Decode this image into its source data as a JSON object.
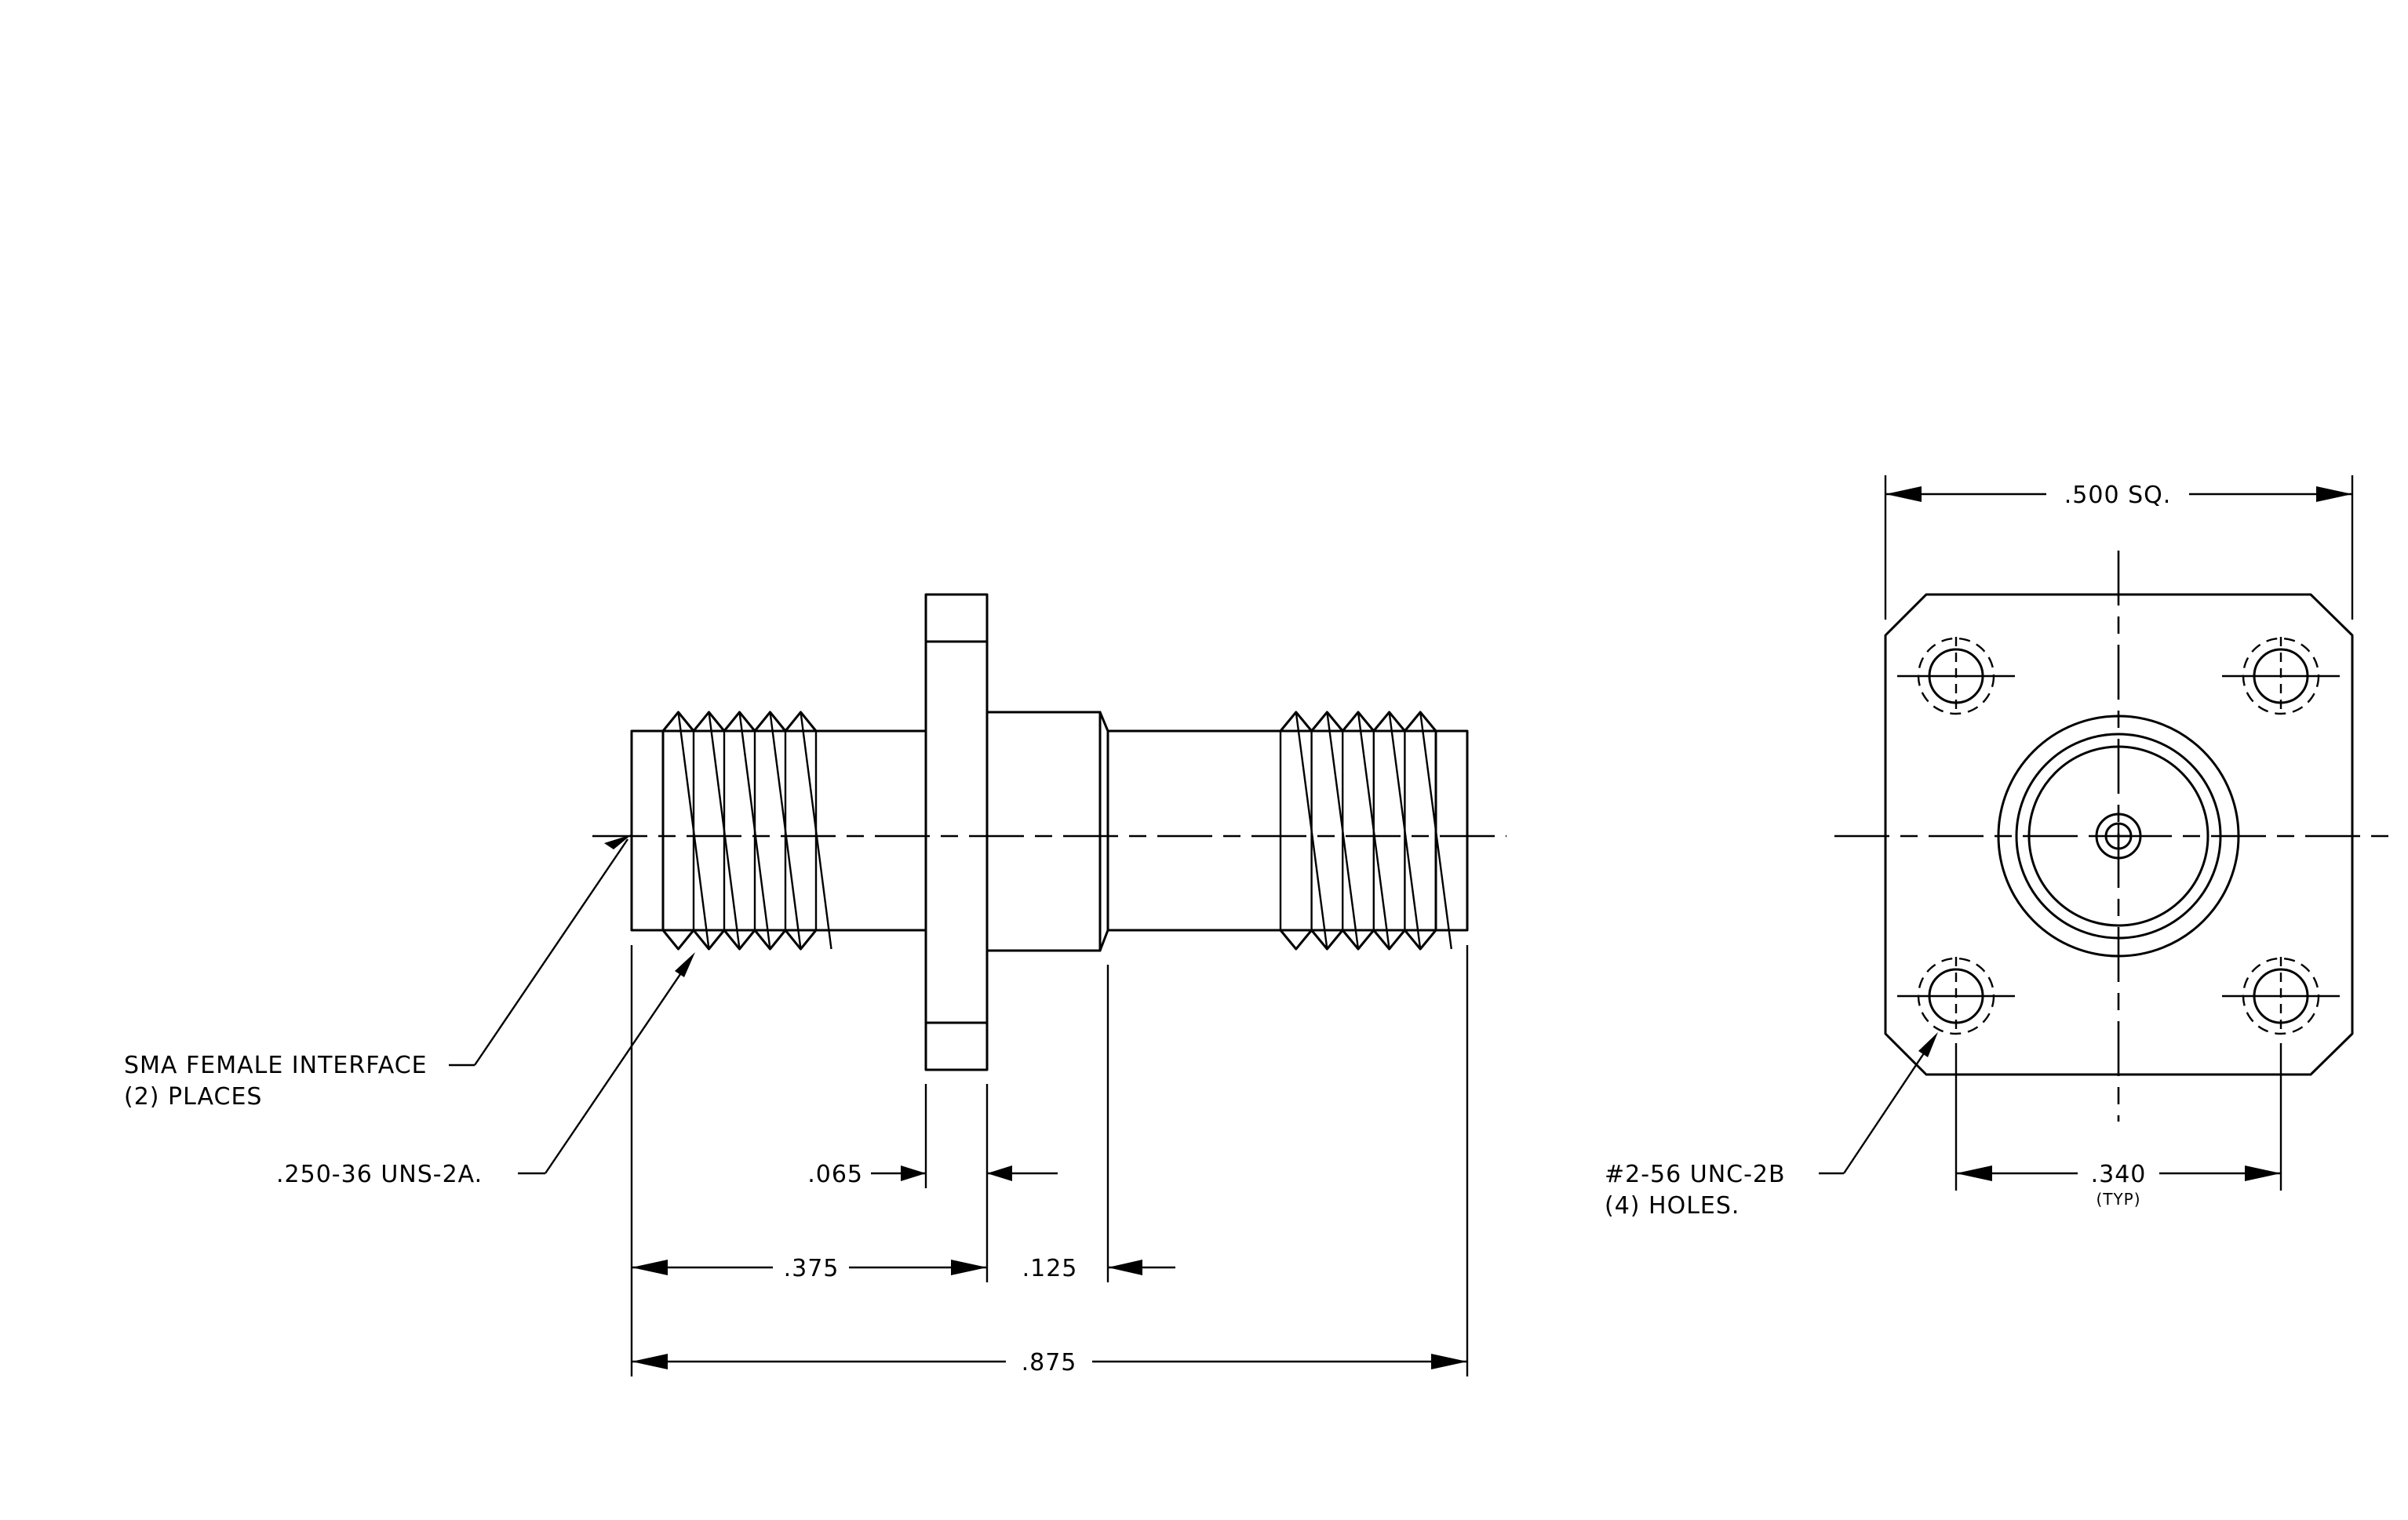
{
  "side_view": {
    "dimensions": {
      "overall": ".875",
      "left_length": ".375",
      "flange_thickness": ".065",
      "step_length": ".125"
    },
    "callouts": {
      "interface_line1": "SMA FEMALE INTERFACE",
      "interface_line2": "(2)  PLACES",
      "thread": ".250-36 UNS-2A."
    }
  },
  "end_view": {
    "dimensions": {
      "square": ".500 SQ.",
      "hole_spacing": ".340",
      "hole_spacing_note": "(TYP)"
    },
    "callouts": {
      "holes_line1": "#2-56 UNC-2B",
      "holes_line2": "(4) HOLES."
    }
  }
}
